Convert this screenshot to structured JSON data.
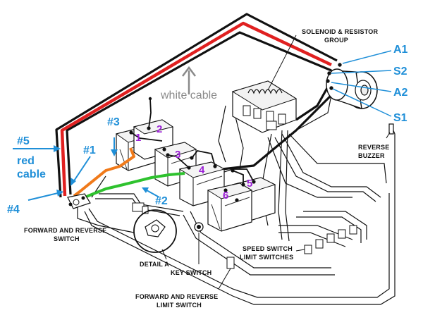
{
  "labels": {
    "solenoid_line1": "SOLENOID & RESISTOR",
    "solenoid_line2": "GROUP",
    "a1": "A1",
    "s2": "S2",
    "a2": "A2",
    "s1": "S1",
    "white_cable": "white cable",
    "reverse_buzzer_line1": "REVERSE",
    "reverse_buzzer_line2": "BUZZER",
    "num5": "#5",
    "red_line1": "red",
    "red_line2": "cable",
    "num1": "#1",
    "num3": "#3",
    "num4": "#4",
    "num2": "#2",
    "fr_switch_line1": "FORWARD AND REVERSE",
    "fr_switch_line2": "SWITCH",
    "detail_a": "DETAIL A",
    "key_switch": "KEY SWITCH",
    "speed_switch_line1": "SPEED SWITCH",
    "speed_switch_line2": "LIMIT SWITCHES",
    "fr_limit_line1": "FORWARD AND REVERSE",
    "fr_limit_line2": "LIMIT SWITCH",
    "battery_numbers": [
      "1",
      "2",
      "3",
      "4",
      "5",
      "6"
    ]
  },
  "colors": {
    "red_cable": "#e02020",
    "white_cable_arrow": "#8a8a8a",
    "orange_cable": "#f07a1a",
    "green_cable": "#2ec22e",
    "annotation_blue": "#1f8fd8",
    "battery_number": "#9b1fd6",
    "wire": "#111111"
  }
}
